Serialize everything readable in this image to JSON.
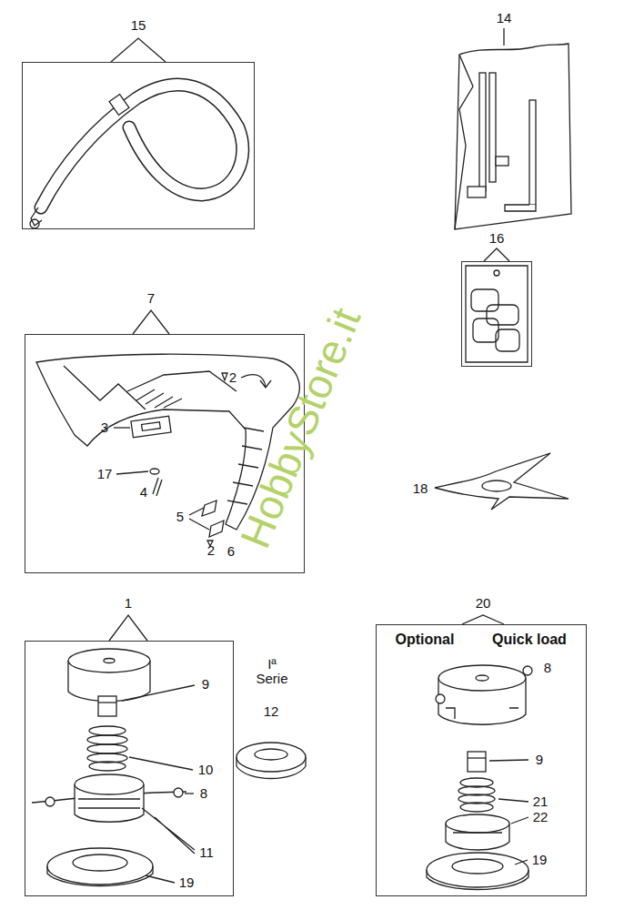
{
  "diagram": {
    "nodes": [
      {
        "text": [
          "15"
        ]
      },
      {
        "text": [
          "16"
        ]
      },
      {
        "text": [
          "7",
          "2",
          "3",
          "17",
          "4",
          "5",
          "2",
          "6"
        ]
      },
      {
        "text": [
          "1",
          "9",
          "10",
          "8",
          "11",
          "19"
        ]
      },
      {
        "text": [
          "20",
          "Optional",
          "Quick load",
          "8",
          "9",
          "21",
          "22",
          "19"
        ]
      }
    ],
    "edges": [],
    "labels": [
      "14",
      "18",
      "Iª Serie",
      "12",
      "HobbyStore.it"
    ]
  }
}
